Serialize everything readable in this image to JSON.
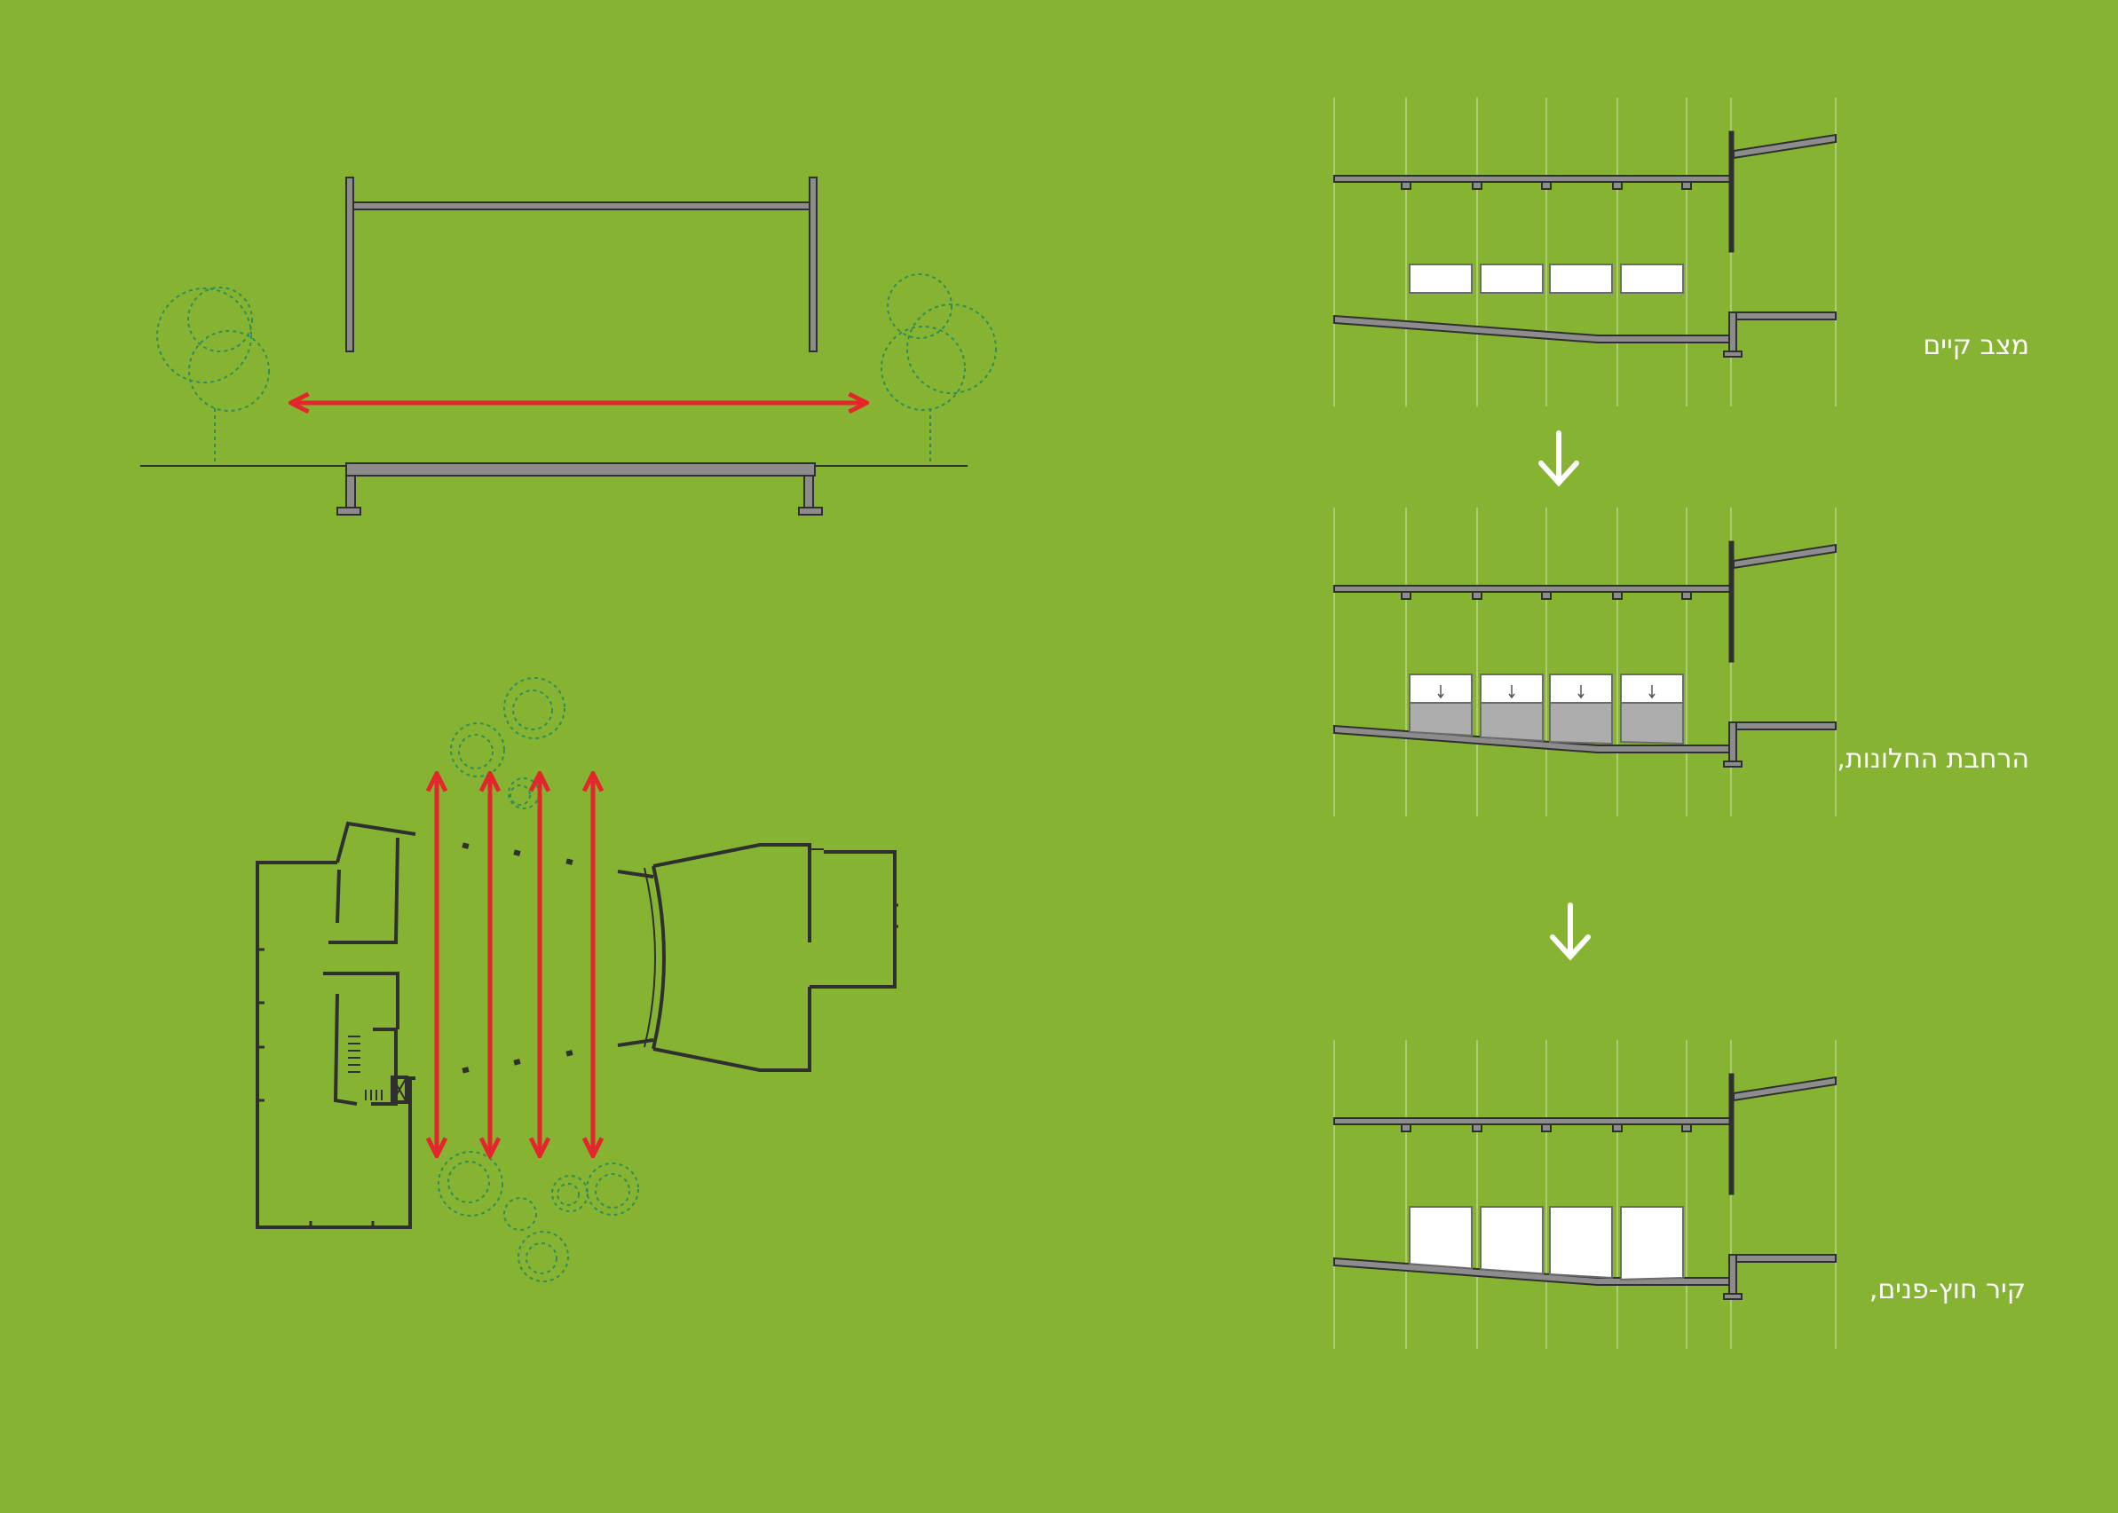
{
  "labels": {
    "existing": "מצב קיים",
    "widening": "הרחבת החלונות,",
    "wall": "קיר חוץ-פנים,"
  },
  "colors": {
    "background": "#86b432",
    "structure": "#2f2f2f",
    "structure_fill": "#8c8c8c",
    "tree": "#2f8f56",
    "arrow_red": "#e3262b",
    "arrow_white": "#ffffff",
    "grid_line": "#b7d48a",
    "opening": "#ffffff",
    "opening_gray": "#adadad"
  },
  "icons": {
    "flow_arrow": "double-headed-arrow",
    "step_arrow": "down-arrow",
    "tree": "tree-canopy-circle"
  }
}
